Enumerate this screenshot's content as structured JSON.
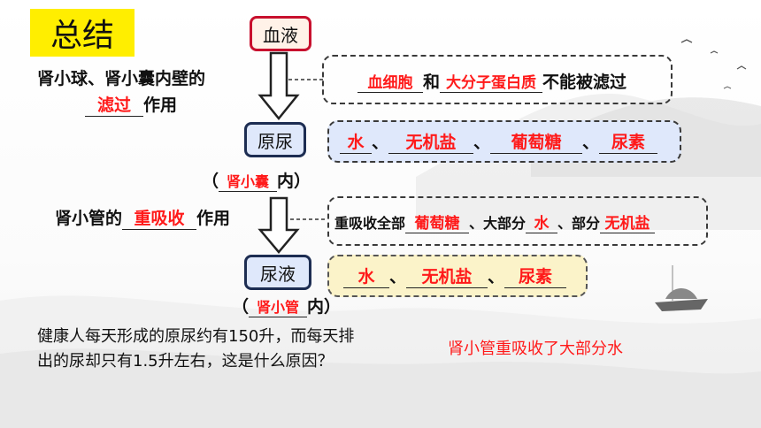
{
  "title": "总结",
  "nodes": {
    "blood": "血液",
    "primary_urine": "原尿",
    "urine": "尿液"
  },
  "filtration": {
    "line1": "肾小球、肾小囊内壁的",
    "answer": "滤过",
    "suffix": "作用",
    "blank1": "血细胞",
    "and": "和",
    "blank2": "大分子蛋白质",
    "tail": "不能被滤过"
  },
  "primary_urine_contents": {
    "items": [
      "水",
      "无机盐",
      "葡萄糖",
      "尿素"
    ],
    "sep": "、",
    "location_open": "（",
    "location_answer": "肾小囊",
    "location_close": "内）"
  },
  "reabsorption": {
    "prefix": "肾小管的",
    "answer": "重吸收",
    "suffix": "作用",
    "detail_prefix": "重吸收全部",
    "detail_blank1": "葡萄糖",
    "detail_mid1": "、大部分",
    "detail_blank2": "水",
    "detail_mid2": "、部分",
    "detail_blank3": "无机盐"
  },
  "urine_contents": {
    "items": [
      "水",
      "无机盐",
      "尿素"
    ],
    "sep": "、",
    "location_open": "（",
    "location_answer": "肾小管",
    "location_close": "内）"
  },
  "question": {
    "line1": "健康人每天形成的原尿约有150升，而每天排",
    "line2": "出的尿却只有1.5升左右，这是什么原因？",
    "answer": "肾小管重吸收了大部分水"
  },
  "colors": {
    "title_bg": "#ffee00",
    "answer_red": "#ff1a1a",
    "blood_border": "#c8102e",
    "blue_box": "#dfe8fb",
    "yellow_box": "#fbf3c9"
  }
}
